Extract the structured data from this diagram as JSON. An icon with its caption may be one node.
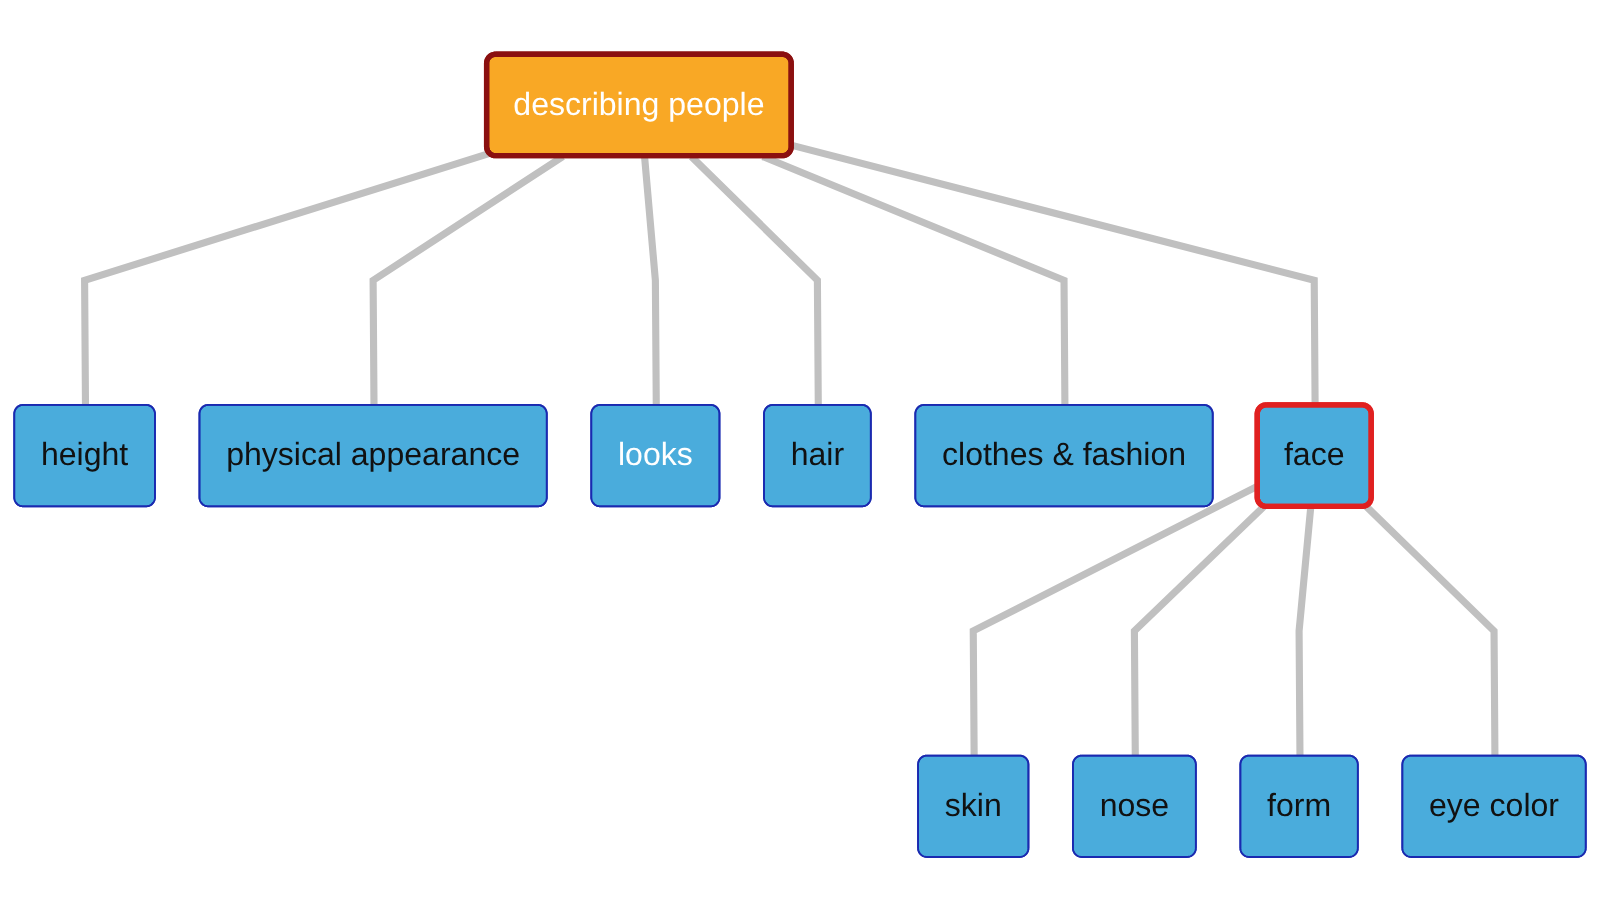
{
  "diagram": {
    "nodes": [
      {
        "text": [
          "describing people"
        ]
      },
      {
        "text": [
          "height"
        ]
      },
      {
        "text": [
          "physical appearance"
        ]
      },
      {
        "text": [
          "looks"
        ]
      },
      {
        "text": [
          "hair"
        ]
      },
      {
        "text": [
          "clothes & fashion"
        ]
      },
      {
        "text": [
          "face"
        ]
      },
      {
        "text": [
          "skin"
        ]
      },
      {
        "text": [
          "nose"
        ]
      },
      {
        "text": [
          "form"
        ]
      },
      {
        "text": [
          "eye color"
        ]
      }
    ],
    "edges": [
      {
        "from": 0,
        "to": 1,
        "arrow": "none"
      },
      {
        "from": 0,
        "to": 2,
        "arrow": "none"
      },
      {
        "from": 0,
        "to": 3,
        "arrow": "none"
      },
      {
        "from": 0,
        "to": 4,
        "arrow": "none"
      },
      {
        "from": 0,
        "to": 5,
        "arrow": "none"
      },
      {
        "from": 0,
        "to": 6,
        "arrow": "none"
      },
      {
        "from": 6,
        "to": 7,
        "arrow": "none"
      },
      {
        "from": 6,
        "to": 8,
        "arrow": "none"
      },
      {
        "from": 6,
        "to": 9,
        "arrow": "none"
      },
      {
        "from": 6,
        "to": 10,
        "arrow": "none"
      }
    ]
  }
}
